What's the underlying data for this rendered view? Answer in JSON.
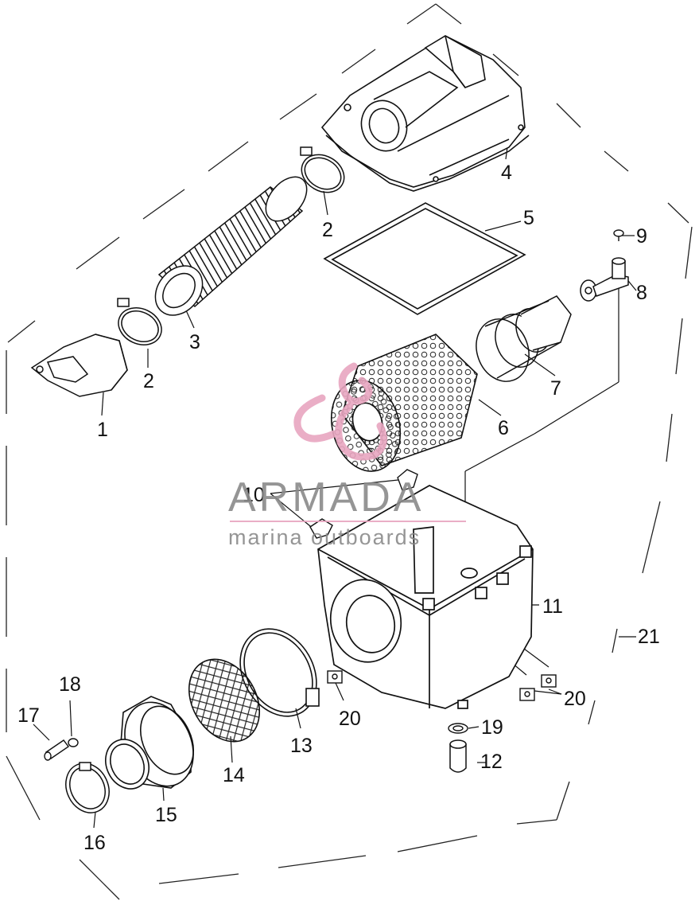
{
  "diagram": {
    "callouts": [
      "1",
      "2",
      "2",
      "3",
      "4",
      "5",
      "6",
      "7",
      "8",
      "9",
      "10",
      "11",
      "12",
      "13",
      "14",
      "15",
      "16",
      "17",
      "18",
      "19",
      "20",
      "20",
      "21"
    ]
  },
  "watermark": {
    "brand": "ARMADA",
    "tagline": "marina outboards",
    "color": "#e8a6c0",
    "text_color": "#8a8a8a"
  },
  "colors": {
    "line": "#1a1a1a",
    "background": "#ffffff"
  }
}
